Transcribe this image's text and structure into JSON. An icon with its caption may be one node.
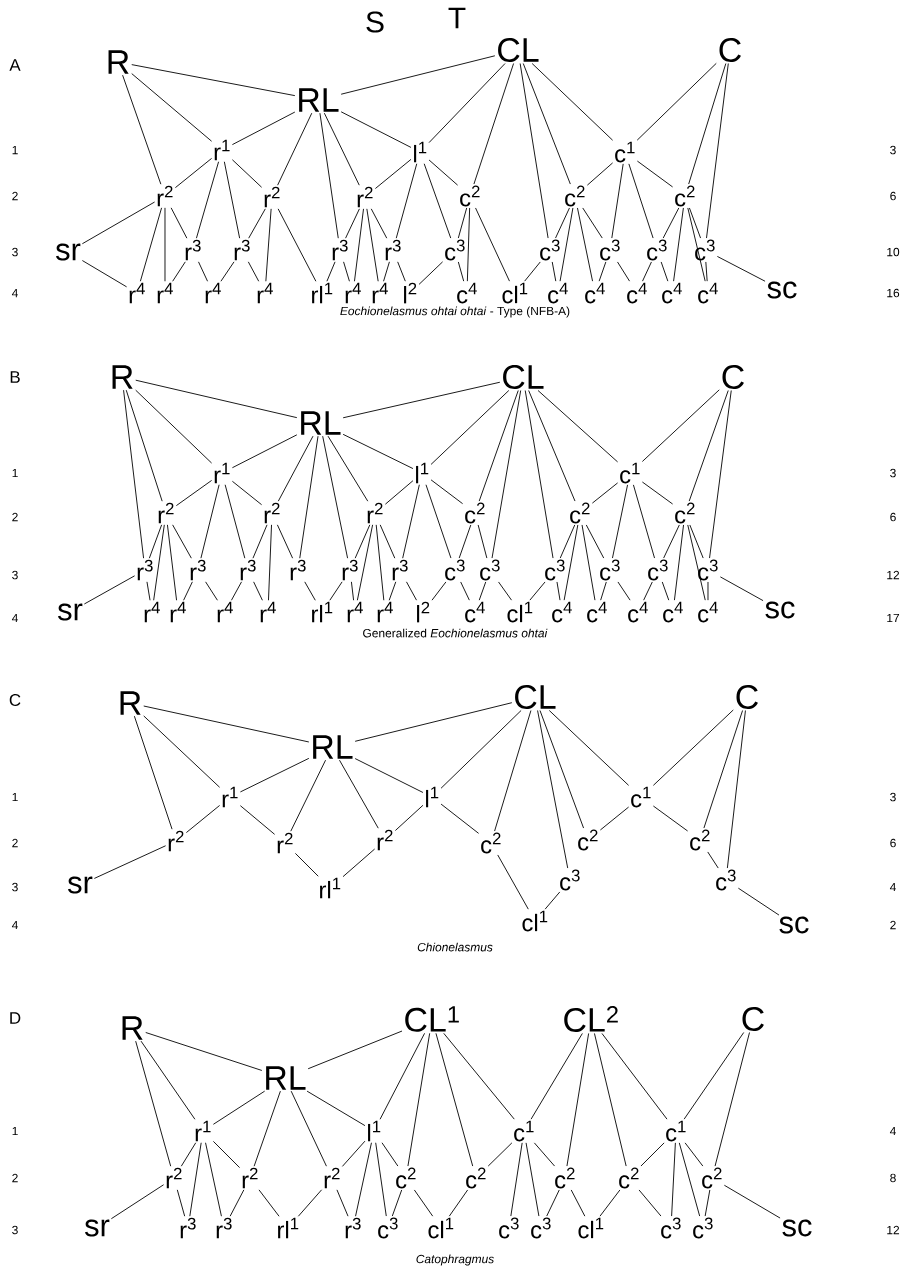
{
  "diagram": {
    "nodes": [
      {
        "text": [
          "R"
        ]
      },
      {
        "text": [
          "RL"
        ]
      },
      {
        "text": [
          "CL"
        ]
      },
      {
        "text": [
          "C"
        ]
      },
      {
        "text": [
          "r$^{1}$"
        ]
      },
      {
        "text": [
          "l$^{1}$"
        ]
      },
      {
        "text": [
          "c$^{1}$"
        ]
      },
      {
        "text": [
          "r$^{2}$"
        ]
      },
      {
        "text": [
          "r$^{2}$"
        ]
      },
      {
        "text": [
          "r$^{2}$"
        ]
      },
      {
        "text": [
          "c$^{2}$"
        ]
      },
      {
        "text": [
          "c$^{2}$"
        ]
      },
      {
        "text": [
          "c$^{2}$"
        ]
      },
      {
        "text": [
          "sr"
        ]
      },
      {
        "text": [
          "r$^{3}$"
        ]
      },
      {
        "text": [
          "r$^{3}$"
        ]
      },
      {
        "text": [
          "r$^{3}$"
        ]
      },
      {
        "text": [
          "r$^{3}$"
        ]
      },
      {
        "text": [
          "c$^{3}$"
        ]
      },
      {
        "text": [
          "c$^{3}$"
        ]
      },
      {
        "text": [
          "c$^{3}$"
        ]
      },
      {
        "text": [
          "c$^{3}$"
        ]
      },
      {
        "text": [
          "c$^{3}$"
        ]
      },
      {
        "text": [
          "r$^{4}$"
        ]
      },
      {
        "text": [
          "r$^{4}$"
        ]
      },
      {
        "text": [
          "r$^{4}$"
        ]
      },
      {
        "text": [
          "r$^{4}$"
        ]
      },
      {
        "text": [
          "rl$^{1}$"
        ]
      },
      {
        "text": [
          "r$^{4}$"
        ]
      },
      {
        "text": [
          "r$^{4}$"
        ]
      },
      {
        "text": [
          "l$^{2}$"
        ]
      },
      {
        "text": [
          "c$^{4}$"
        ]
      },
      {
        "text": [
          "cl$^{1}$"
        ]
      },
      {
        "text": [
          "c$^{4}$"
        ]
      },
      {
        "text": [
          "c$^{4}$"
        ]
      },
      {
        "text": [
          "c$^{4}$"
        ]
      },
      {
        "text": [
          "c$^{4}$"
        ]
      },
      {
        "text": [
          "c$^{4}$"
        ]
      },
      {
        "text": [
          "sc"
        ]
      },
      {
        "text": [
          "R"
        ]
      },
      {
        "text": [
          "RL"
        ]
      },
      {
        "text": [
          "CL"
        ]
      },
      {
        "text": [
          "C"
        ]
      },
      {
        "text": [
          "r$^{1}$"
        ]
      },
      {
        "text": [
          "l$^{1}$"
        ]
      },
      {
        "text": [
          "c$^{1}$"
        ]
      },
      {
        "text": [
          "r$^{2}$"
        ]
      },
      {
        "text": [
          "r$^{2}$"
        ]
      },
      {
        "text": [
          "r$^{2}$"
        ]
      },
      {
        "text": [
          "c$^{2}$"
        ]
      },
      {
        "text": [
          "c$^{2}$"
        ]
      },
      {
        "text": [
          "c$^{2}$"
        ]
      },
      {
        "text": [
          "r$^{3}$"
        ]
      },
      {
        "text": [
          "r$^{3}$"
        ]
      },
      {
        "text": [
          "r$^{3}$"
        ]
      },
      {
        "text": [
          "r$^{3}$"
        ]
      },
      {
        "text": [
          "r$^{3}$"
        ]
      },
      {
        "text": [
          "r$^{3}$"
        ]
      },
      {
        "text": [
          "c$^{3}$"
        ]
      },
      {
        "text": [
          "c$^{3}$"
        ]
      },
      {
        "text": [
          "c$^{3}$"
        ]
      },
      {
        "text": [
          "c$^{3}$"
        ]
      },
      {
        "text": [
          "c$^{3}$"
        ]
      },
      {
        "text": [
          "c$^{3}$"
        ]
      },
      {
        "text": [
          "sr"
        ]
      },
      {
        "text": [
          "r$^{4}$"
        ]
      },
      {
        "text": [
          "r$^{4}$"
        ]
      },
      {
        "text": [
          "r$^{4}$"
        ]
      },
      {
        "text": [
          "r$^{4}$"
        ]
      },
      {
        "text": [
          "rl$^{1}$"
        ]
      },
      {
        "text": [
          "r$^{4}$"
        ]
      },
      {
        "text": [
          "r$^{4}$"
        ]
      },
      {
        "text": [
          "l$^{2}$"
        ]
      },
      {
        "text": [
          "c$^{4}$"
        ]
      },
      {
        "text": [
          "cl$^{1}$"
        ]
      },
      {
        "text": [
          "c$^{4}$"
        ]
      },
      {
        "text": [
          "c$^{4}$"
        ]
      },
      {
        "text": [
          "c$^{4}$"
        ]
      },
      {
        "text": [
          "c$^{4}$"
        ]
      },
      {
        "text": [
          "c$^{4}$"
        ]
      },
      {
        "text": [
          "sc"
        ]
      },
      {
        "text": [
          "R"
        ]
      },
      {
        "text": [
          "RL"
        ]
      },
      {
        "text": [
          "CL"
        ]
      },
      {
        "text": [
          "C"
        ]
      },
      {
        "text": [
          "r$^{1}$"
        ]
      },
      {
        "text": [
          "l$^{1}$"
        ]
      },
      {
        "text": [
          "c$^{1}$"
        ]
      },
      {
        "text": [
          "r$^{2}$"
        ]
      },
      {
        "text": [
          "r$^{2}$"
        ]
      },
      {
        "text": [
          "r$^{2}$"
        ]
      },
      {
        "text": [
          "c$^{2}$"
        ]
      },
      {
        "text": [
          "c$^{2}$"
        ]
      },
      {
        "text": [
          "c$^{2}$"
        ]
      },
      {
        "text": [
          "sr"
        ]
      },
      {
        "text": [
          "rl$^{1}$"
        ]
      },
      {
        "text": [
          "c$^{3}$"
        ]
      },
      {
        "text": [
          "c$^{3}$"
        ]
      },
      {
        "text": [
          "cl$^{1}$"
        ]
      },
      {
        "text": [
          "sc"
        ]
      },
      {
        "text": [
          "R"
        ]
      },
      {
        "text": [
          "RL"
        ]
      },
      {
        "text": [
          "CL$^{1}$"
        ]
      },
      {
        "text": [
          "CL$^{2}$"
        ]
      },
      {
        "text": [
          "C"
        ]
      },
      {
        "text": [
          "r$^{1}$"
        ]
      },
      {
        "text": [
          "l$^{1}$"
        ]
      },
      {
        "text": [
          "c$^{1}$"
        ]
      },
      {
        "text": [
          "c$^{1}$"
        ]
      },
      {
        "text": [
          "r$^{2}$"
        ]
      },
      {
        "text": [
          "r$^{2}$"
        ]
      },
      {
        "text": [
          "r$^{2}$"
        ]
      },
      {
        "text": [
          "c$^{2}$"
        ]
      },
      {
        "text": [
          "c$^{2}$"
        ]
      },
      {
        "text": [
          "c$^{2}$"
        ]
      },
      {
        "text": [
          "c$^{2}$"
        ]
      },
      {
        "text": [
          "c$^{2}$"
        ]
      },
      {
        "text": [
          "sr"
        ]
      },
      {
        "text": [
          "r$^{3}$"
        ]
      },
      {
        "text": [
          "r$^{3}$"
        ]
      },
      {
        "text": [
          "rl$^{1}$"
        ]
      },
      {
        "text": [
          "r$^{3}$"
        ]
      },
      {
        "text": [
          "c$^{3}$"
        ]
      },
      {
        "text": [
          "cl$^{1}$"
        ]
      },
      {
        "text": [
          "c$^{3}$"
        ]
      },
      {
        "text": [
          "c$^{3}$"
        ]
      },
      {
        "text": [
          "cl$^{1}$"
        ]
      },
      {
        "text": [
          "c$^{3}$"
        ]
      },
      {
        "text": [
          "c$^{3}$"
        ]
      },
      {
        "text": [
          "sc"
        ]
      }
    ],
    "edges": [
      {
        "from": 0,
        "to": 1,
        "arrow": "none"
      },
      {
        "from": 1,
        "to": 2,
        "arrow": "none"
      },
      {
        "from": 0,
        "to": 4,
        "arrow": "none"
      },
      {
        "from": 0,
        "to": 7,
        "arrow": "none"
      },
      {
        "from": 1,
        "to": 4,
        "arrow": "none"
      },
      {
        "from": 1,
        "to": 8,
        "arrow": "none"
      },
      {
        "from": 1,
        "to": 16,
        "arrow": "none"
      },
      {
        "from": 1,
        "to": 9,
        "arrow": "none"
      },
      {
        "from": 1,
        "to": 5,
        "arrow": "none"
      },
      {
        "from": 4,
        "to": 7,
        "arrow": "none"
      },
      {
        "from": 4,
        "to": 14,
        "arrow": "none"
      },
      {
        "from": 4,
        "to": 15,
        "arrow": "none"
      },
      {
        "from": 4,
        "to": 8,
        "arrow": "none"
      },
      {
        "from": 7,
        "to": 13,
        "arrow": "none"
      },
      {
        "from": 7,
        "to": 23,
        "arrow": "none"
      },
      {
        "from": 7,
        "to": 24,
        "arrow": "none"
      },
      {
        "from": 7,
        "to": 14,
        "arrow": "none"
      },
      {
        "from": 13,
        "to": 23,
        "arrow": "none"
      },
      {
        "from": 14,
        "to": 24,
        "arrow": "none"
      },
      {
        "from": 14,
        "to": 25,
        "arrow": "none"
      },
      {
        "from": 15,
        "to": 25,
        "arrow": "none"
      },
      {
        "from": 15,
        "to": 26,
        "arrow": "none"
      },
      {
        "from": 8,
        "to": 15,
        "arrow": "none"
      },
      {
        "from": 8,
        "to": 26,
        "arrow": "none"
      },
      {
        "from": 8,
        "to": 27,
        "arrow": "none"
      },
      {
        "from": 16,
        "to": 27,
        "arrow": "none"
      },
      {
        "from": 16,
        "to": 28,
        "arrow": "none"
      },
      {
        "from": 9,
        "to": 16,
        "arrow": "none"
      },
      {
        "from": 9,
        "to": 28,
        "arrow": "none"
      },
      {
        "from": 9,
        "to": 29,
        "arrow": "none"
      },
      {
        "from": 9,
        "to": 17,
        "arrow": "none"
      },
      {
        "from": 5,
        "to": 9,
        "arrow": "none"
      },
      {
        "from": 5,
        "to": 17,
        "arrow": "none"
      },
      {
        "from": 5,
        "to": 18,
        "arrow": "none"
      },
      {
        "from": 5,
        "to": 10,
        "arrow": "none"
      },
      {
        "from": 2,
        "to": 5,
        "arrow": "none"
      },
      {
        "from": 2,
        "to": 10,
        "arrow": "none"
      },
      {
        "from": 2,
        "to": 19,
        "arrow": "none"
      },
      {
        "from": 2,
        "to": 11,
        "arrow": "none"
      },
      {
        "from": 2,
        "to": 6,
        "arrow": "none"
      },
      {
        "from": 17,
        "to": 29,
        "arrow": "none"
      },
      {
        "from": 17,
        "to": 30,
        "arrow": "none"
      },
      {
        "from": 18,
        "to": 30,
        "arrow": "none"
      },
      {
        "from": 18,
        "to": 31,
        "arrow": "none"
      },
      {
        "from": 10,
        "to": 18,
        "arrow": "none"
      },
      {
        "from": 10,
        "to": 31,
        "arrow": "none"
      },
      {
        "from": 10,
        "to": 32,
        "arrow": "none"
      },
      {
        "from": 19,
        "to": 32,
        "arrow": "none"
      },
      {
        "from": 19,
        "to": 33,
        "arrow": "none"
      },
      {
        "from": 11,
        "to": 19,
        "arrow": "none"
      },
      {
        "from": 11,
        "to": 33,
        "arrow": "none"
      },
      {
        "from": 11,
        "to": 34,
        "arrow": "none"
      },
      {
        "from": 11,
        "to": 20,
        "arrow": "none"
      },
      {
        "from": 6,
        "to": 11,
        "arrow": "none"
      },
      {
        "from": 6,
        "to": 20,
        "arrow": "none"
      },
      {
        "from": 6,
        "to": 21,
        "arrow": "none"
      },
      {
        "from": 6,
        "to": 12,
        "arrow": "none"
      },
      {
        "from": 3,
        "to": 6,
        "arrow": "none"
      },
      {
        "from": 20,
        "to": 34,
        "arrow": "none"
      },
      {
        "from": 20,
        "to": 35,
        "arrow": "none"
      },
      {
        "from": 21,
        "to": 35,
        "arrow": "none"
      },
      {
        "from": 21,
        "to": 36,
        "arrow": "none"
      },
      {
        "from": 12,
        "to": 21,
        "arrow": "none"
      },
      {
        "from": 12,
        "to": 36,
        "arrow": "none"
      },
      {
        "from": 12,
        "to": 37,
        "arrow": "none"
      },
      {
        "from": 12,
        "to": 22,
        "arrow": "none"
      },
      {
        "from": 3,
        "to": 12,
        "arrow": "none"
      },
      {
        "from": 3,
        "to": 22,
        "arrow": "none"
      },
      {
        "from": 22,
        "to": 37,
        "arrow": "none"
      },
      {
        "from": 22,
        "to": 38,
        "arrow": "none"
      },
      {
        "from": 39,
        "to": 40,
        "arrow": "none"
      },
      {
        "from": 40,
        "to": 41,
        "arrow": "none"
      },
      {
        "from": 39,
        "to": 52,
        "arrow": "none"
      },
      {
        "from": 39,
        "to": 46,
        "arrow": "none"
      },
      {
        "from": 39,
        "to": 43,
        "arrow": "none"
      },
      {
        "from": 40,
        "to": 43,
        "arrow": "none"
      },
      {
        "from": 40,
        "to": 47,
        "arrow": "none"
      },
      {
        "from": 40,
        "to": 55,
        "arrow": "none"
      },
      {
        "from": 40,
        "to": 56,
        "arrow": "none"
      },
      {
        "from": 40,
        "to": 48,
        "arrow": "none"
      },
      {
        "from": 40,
        "to": 44,
        "arrow": "none"
      },
      {
        "from": 43,
        "to": 46,
        "arrow": "none"
      },
      {
        "from": 43,
        "to": 53,
        "arrow": "none"
      },
      {
        "from": 43,
        "to": 54,
        "arrow": "none"
      },
      {
        "from": 43,
        "to": 47,
        "arrow": "none"
      },
      {
        "from": 46,
        "to": 52,
        "arrow": "none"
      },
      {
        "from": 46,
        "to": 65,
        "arrow": "none"
      },
      {
        "from": 46,
        "to": 66,
        "arrow": "none"
      },
      {
        "from": 46,
        "to": 53,
        "arrow": "none"
      },
      {
        "from": 52,
        "to": 64,
        "arrow": "none"
      },
      {
        "from": 52,
        "to": 65,
        "arrow": "none"
      },
      {
        "from": 53,
        "to": 66,
        "arrow": "none"
      },
      {
        "from": 53,
        "to": 67,
        "arrow": "none"
      },
      {
        "from": 54,
        "to": 67,
        "arrow": "none"
      },
      {
        "from": 54,
        "to": 68,
        "arrow": "none"
      },
      {
        "from": 47,
        "to": 54,
        "arrow": "none"
      },
      {
        "from": 47,
        "to": 68,
        "arrow": "none"
      },
      {
        "from": 47,
        "to": 55,
        "arrow": "none"
      },
      {
        "from": 55,
        "to": 69,
        "arrow": "none"
      },
      {
        "from": 56,
        "to": 69,
        "arrow": "none"
      },
      {
        "from": 56,
        "to": 70,
        "arrow": "none"
      },
      {
        "from": 48,
        "to": 56,
        "arrow": "none"
      },
      {
        "from": 48,
        "to": 70,
        "arrow": "none"
      },
      {
        "from": 48,
        "to": 71,
        "arrow": "none"
      },
      {
        "from": 48,
        "to": 57,
        "arrow": "none"
      },
      {
        "from": 44,
        "to": 48,
        "arrow": "none"
      },
      {
        "from": 44,
        "to": 57,
        "arrow": "none"
      },
      {
        "from": 44,
        "to": 58,
        "arrow": "none"
      },
      {
        "from": 44,
        "to": 49,
        "arrow": "none"
      },
      {
        "from": 41,
        "to": 44,
        "arrow": "none"
      },
      {
        "from": 57,
        "to": 71,
        "arrow": "none"
      },
      {
        "from": 57,
        "to": 72,
        "arrow": "none"
      },
      {
        "from": 58,
        "to": 72,
        "arrow": "none"
      },
      {
        "from": 58,
        "to": 73,
        "arrow": "none"
      },
      {
        "from": 59,
        "to": 73,
        "arrow": "none"
      },
      {
        "from": 59,
        "to": 74,
        "arrow": "none"
      },
      {
        "from": 49,
        "to": 58,
        "arrow": "none"
      },
      {
        "from": 49,
        "to": 59,
        "arrow": "none"
      },
      {
        "from": 41,
        "to": 49,
        "arrow": "none"
      },
      {
        "from": 41,
        "to": 59,
        "arrow": "none"
      },
      {
        "from": 41,
        "to": 60,
        "arrow": "none"
      },
      {
        "from": 41,
        "to": 50,
        "arrow": "none"
      },
      {
        "from": 41,
        "to": 45,
        "arrow": "none"
      },
      {
        "from": 60,
        "to": 74,
        "arrow": "none"
      },
      {
        "from": 60,
        "to": 75,
        "arrow": "none"
      },
      {
        "from": 50,
        "to": 60,
        "arrow": "none"
      },
      {
        "from": 50,
        "to": 75,
        "arrow": "none"
      },
      {
        "from": 50,
        "to": 76,
        "arrow": "none"
      },
      {
        "from": 50,
        "to": 61,
        "arrow": "none"
      },
      {
        "from": 45,
        "to": 50,
        "arrow": "none"
      },
      {
        "from": 45,
        "to": 61,
        "arrow": "none"
      },
      {
        "from": 45,
        "to": 62,
        "arrow": "none"
      },
      {
        "from": 45,
        "to": 51,
        "arrow": "none"
      },
      {
        "from": 42,
        "to": 45,
        "arrow": "none"
      },
      {
        "from": 61,
        "to": 76,
        "arrow": "none"
      },
      {
        "from": 61,
        "to": 77,
        "arrow": "none"
      },
      {
        "from": 62,
        "to": 77,
        "arrow": "none"
      },
      {
        "from": 62,
        "to": 78,
        "arrow": "none"
      },
      {
        "from": 51,
        "to": 62,
        "arrow": "none"
      },
      {
        "from": 51,
        "to": 78,
        "arrow": "none"
      },
      {
        "from": 51,
        "to": 79,
        "arrow": "none"
      },
      {
        "from": 51,
        "to": 63,
        "arrow": "none"
      },
      {
        "from": 42,
        "to": 51,
        "arrow": "none"
      },
      {
        "from": 42,
        "to": 63,
        "arrow": "none"
      },
      {
        "from": 63,
        "to": 79,
        "arrow": "none"
      },
      {
        "from": 63,
        "to": 80,
        "arrow": "none"
      },
      {
        "from": 81,
        "to": 82,
        "arrow": "none"
      },
      {
        "from": 82,
        "to": 83,
        "arrow": "none"
      },
      {
        "from": 81,
        "to": 85,
        "arrow": "none"
      },
      {
        "from": 81,
        "to": 88,
        "arrow": "none"
      },
      {
        "from": 82,
        "to": 85,
        "arrow": "none"
      },
      {
        "from": 82,
        "to": 89,
        "arrow": "none"
      },
      {
        "from": 82,
        "to": 90,
        "arrow": "none"
      },
      {
        "from": 82,
        "to": 86,
        "arrow": "none"
      },
      {
        "from": 85,
        "to": 88,
        "arrow": "none"
      },
      {
        "from": 85,
        "to": 89,
        "arrow": "none"
      },
      {
        "from": 88,
        "to": 94,
        "arrow": "none"
      },
      {
        "from": 89,
        "to": 95,
        "arrow": "none"
      },
      {
        "from": 90,
        "to": 95,
        "arrow": "none"
      },
      {
        "from": 86,
        "to": 90,
        "arrow": "none"
      },
      {
        "from": 83,
        "to": 86,
        "arrow": "none"
      },
      {
        "from": 86,
        "to": 91,
        "arrow": "none"
      },
      {
        "from": 83,
        "to": 91,
        "arrow": "none"
      },
      {
        "from": 83,
        "to": 96,
        "arrow": "none"
      },
      {
        "from": 83,
        "to": 92,
        "arrow": "none"
      },
      {
        "from": 83,
        "to": 87,
        "arrow": "none"
      },
      {
        "from": 91,
        "to": 98,
        "arrow": "none"
      },
      {
        "from": 96,
        "to": 98,
        "arrow": "none"
      },
      {
        "from": 87,
        "to": 92,
        "arrow": "none"
      },
      {
        "from": 87,
        "to": 93,
        "arrow": "none"
      },
      {
        "from": 84,
        "to": 87,
        "arrow": "none"
      },
      {
        "from": 84,
        "to": 93,
        "arrow": "none"
      },
      {
        "from": 84,
        "to": 97,
        "arrow": "none"
      },
      {
        "from": 93,
        "to": 97,
        "arrow": "none"
      },
      {
        "from": 97,
        "to": 99,
        "arrow": "none"
      },
      {
        "from": 100,
        "to": 101,
        "arrow": "none"
      },
      {
        "from": 101,
        "to": 102,
        "arrow": "none"
      },
      {
        "from": 100,
        "to": 109,
        "arrow": "none"
      },
      {
        "from": 100,
        "to": 105,
        "arrow": "none"
      },
      {
        "from": 101,
        "to": 105,
        "arrow": "none"
      },
      {
        "from": 101,
        "to": 110,
        "arrow": "none"
      },
      {
        "from": 101,
        "to": 111,
        "arrow": "none"
      },
      {
        "from": 101,
        "to": 106,
        "arrow": "none"
      },
      {
        "from": 102,
        "to": 106,
        "arrow": "none"
      },
      {
        "from": 102,
        "to": 112,
        "arrow": "none"
      },
      {
        "from": 102,
        "to": 113,
        "arrow": "none"
      },
      {
        "from": 102,
        "to": 107,
        "arrow": "none"
      },
      {
        "from": 105,
        "to": 109,
        "arrow": "none"
      },
      {
        "from": 105,
        "to": 118,
        "arrow": "none"
      },
      {
        "from": 105,
        "to": 119,
        "arrow": "none"
      },
      {
        "from": 105,
        "to": 110,
        "arrow": "none"
      },
      {
        "from": 109,
        "to": 117,
        "arrow": "none"
      },
      {
        "from": 109,
        "to": 118,
        "arrow": "none"
      },
      {
        "from": 110,
        "to": 119,
        "arrow": "none"
      },
      {
        "from": 110,
        "to": 120,
        "arrow": "none"
      },
      {
        "from": 111,
        "to": 120,
        "arrow": "none"
      },
      {
        "from": 111,
        "to": 121,
        "arrow": "none"
      },
      {
        "from": 106,
        "to": 111,
        "arrow": "none"
      },
      {
        "from": 106,
        "to": 121,
        "arrow": "none"
      },
      {
        "from": 106,
        "to": 122,
        "arrow": "none"
      },
      {
        "from": 106,
        "to": 112,
        "arrow": "none"
      },
      {
        "from": 112,
        "to": 122,
        "arrow": "none"
      },
      {
        "from": 112,
        "to": 123,
        "arrow": "none"
      },
      {
        "from": 113,
        "to": 123,
        "arrow": "none"
      },
      {
        "from": 107,
        "to": 113,
        "arrow": "none"
      },
      {
        "from": 107,
        "to": 124,
        "arrow": "none"
      },
      {
        "from": 107,
        "to": 125,
        "arrow": "none"
      },
      {
        "from": 107,
        "to": 114,
        "arrow": "none"
      },
      {
        "from": 103,
        "to": 107,
        "arrow": "none"
      },
      {
        "from": 103,
        "to": 114,
        "arrow": "none"
      },
      {
        "from": 103,
        "to": 115,
        "arrow": "none"
      },
      {
        "from": 103,
        "to": 108,
        "arrow": "none"
      },
      {
        "from": 114,
        "to": 125,
        "arrow": "none"
      },
      {
        "from": 114,
        "to": 126,
        "arrow": "none"
      },
      {
        "from": 115,
        "to": 126,
        "arrow": "none"
      },
      {
        "from": 108,
        "to": 115,
        "arrow": "none"
      },
      {
        "from": 108,
        "to": 127,
        "arrow": "none"
      },
      {
        "from": 108,
        "to": 128,
        "arrow": "none"
      },
      {
        "from": 108,
        "to": 116,
        "arrow": "none"
      },
      {
        "from": 115,
        "to": 127,
        "arrow": "none"
      },
      {
        "from": 104,
        "to": 108,
        "arrow": "none"
      },
      {
        "from": 104,
        "to": 116,
        "arrow": "none"
      },
      {
        "from": 116,
        "to": 128,
        "arrow": "none"
      },
      {
        "from": 116,
        "to": 129,
        "arrow": "none"
      }
    ],
    "labels": [
      "S",
      "T",
      "A",
      "1",
      "3",
      "2",
      "6",
      "3",
      "10",
      "4",
      "16",
      "*Eochionelasmus ohtai ohtai* - Type (NFB-A)",
      "B",
      "1",
      "3",
      "2",
      "6",
      "3",
      "12",
      "4",
      "17",
      "Generalized *Eochionelasmus ohtai*",
      "C",
      "1",
      "3",
      "2",
      "6",
      "3",
      "4",
      "4",
      "2",
      "Chionelasmus",
      "D",
      "1",
      "4",
      "2",
      "8",
      "3",
      "12",
      "Catophragmus"
    ]
  }
}
